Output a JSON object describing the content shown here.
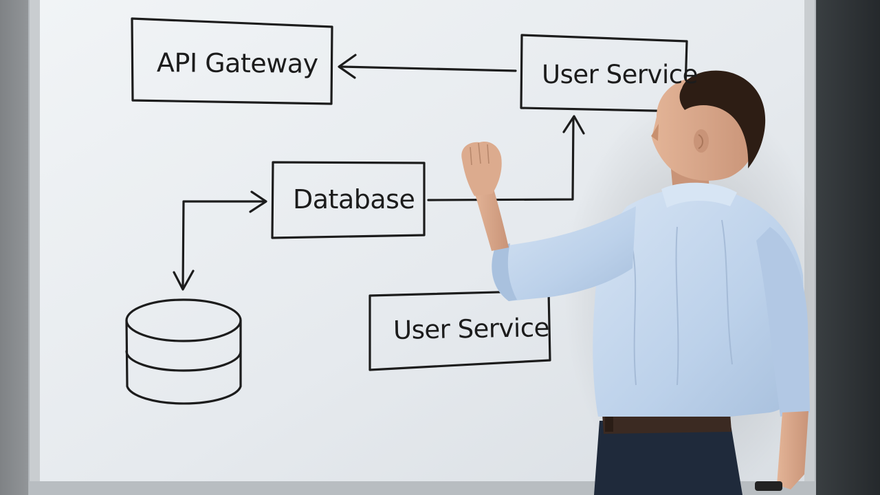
{
  "whiteboard": {
    "boxes": {
      "api_gateway": "API Gateway",
      "user_service_top": "User Service",
      "database": "Database",
      "user_service_bottom": "User Service"
    },
    "icons": {
      "database": "database-cylinder-icon"
    }
  },
  "colors": {
    "wall_left": "#8d9092",
    "wall_right": "#2f3336",
    "whiteboard": "#eaeef1",
    "frame": "#c9cdd0",
    "marker": "#1c1c1c",
    "shirt": "#c3d6ec",
    "trousers": "#1f2a3b",
    "hair": "#2d1d14",
    "skin": "#d8a78a"
  }
}
